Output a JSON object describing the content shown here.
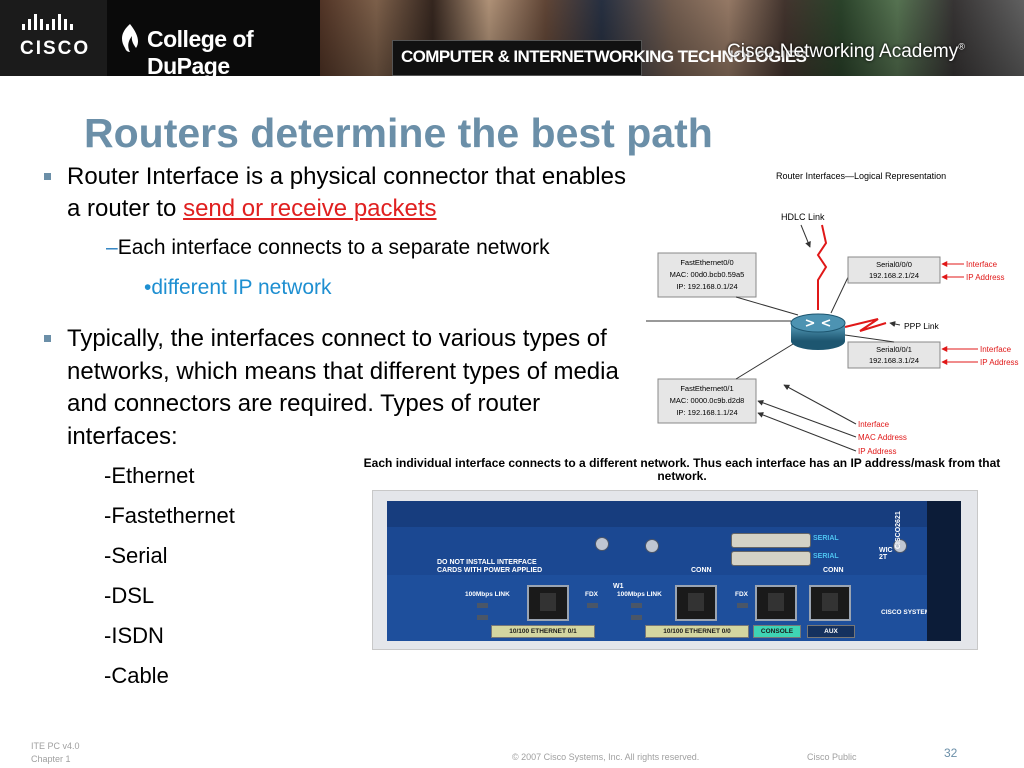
{
  "header": {
    "cisco_logo_text": "CISCO",
    "college_logo_text": "College of DuPage",
    "program_banner": "COMPUTER & INTERNETWORKING TECHNOLOGIES",
    "academy_text": "Cisco Networking Academy",
    "academy_mark": "®"
  },
  "slide": {
    "title": "Routers determine the best path",
    "bullet1": {
      "text_before": "Router Interface is a physical connector that enables a router to ",
      "link_text": "send or receive packets"
    },
    "sub_bullet": {
      "dash": "–",
      "text": "Each interface connects to a separate network"
    },
    "sub_sub_bullet": "•different IP network",
    "bullet2": "Typically, the interfaces connect to various types of networks, which means that different types of media and connectors are required. Types of router interfaces:",
    "interface_types": [
      "-Ethernet",
      "-Fastethernet",
      "-Serial",
      "-DSL",
      "-ISDN",
      "-Cable"
    ]
  },
  "diagram": {
    "title": "Router Interfaces—Logical Representation",
    "hdlc_label": "HDLC Link",
    "ppp_label": "PPP Link",
    "fe00": {
      "name": "FastEthernet0/0",
      "mac": "MAC: 00d0.bcb0.59a5",
      "ip": "IP: 192.168.0.1/24"
    },
    "fe01": {
      "name": "FastEthernet0/1",
      "mac": "MAC: 0000.0c9b.d2d8",
      "ip": "IP: 192.168.1.1/24"
    },
    "s000": {
      "name": "Serial0/0/0",
      "ip": "192.168.2.1/24"
    },
    "s001": {
      "name": "Serial0/0/1",
      "ip": "192.168.3.1/24"
    },
    "label_interface": "Interface",
    "label_ip_address": "IP Address",
    "label_mac_address": "MAC Address",
    "colors": {
      "red": "#e01818",
      "box_fill": "#e6e6e6",
      "router": "#2e6f8e"
    }
  },
  "caption": "Each individual interface connects to a different network. Thus each interface has an IP address/mask from that network.",
  "router_photo": {
    "warning": "DO NOT INSTALL INTERFACE CARDS WITH POWER APPLIED",
    "serial_label": "SERIAL",
    "conn_label": "CONN",
    "w1_label": "W1",
    "wic_label": "WIC 2T",
    "link_label": "100Mbps LINK",
    "fdx_label": "FDX",
    "eth1_label": "10/100 ETHERNET 0/1",
    "eth0_label": "10/100 ETHERNET 0/0",
    "console_label": "CONSOLE",
    "aux_label": "AUX",
    "brand": "CISCO SYSTEMS",
    "model": "CISCO2621"
  },
  "footer": {
    "line1": "ITE PC v4.0",
    "line2": "Chapter 1",
    "copyright": "© 2007 Cisco Systems, Inc. All rights reserved.",
    "classification": "Cisco Public",
    "page_number": "32"
  }
}
